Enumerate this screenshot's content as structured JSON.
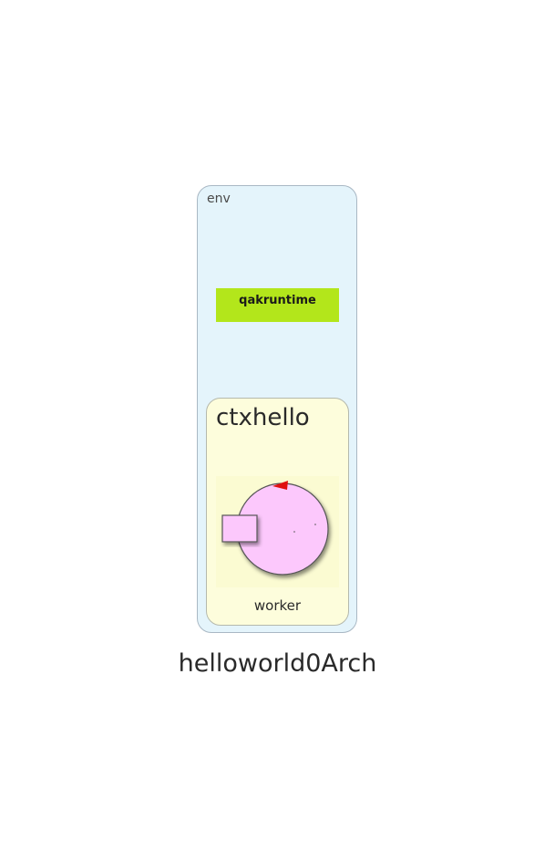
{
  "diagram": {
    "title": "helloworld0Arch",
    "env": {
      "label": "env",
      "color": "#e4f4fb"
    },
    "runtime": {
      "label": "qakruntime",
      "color": "#b3e61b"
    },
    "context": {
      "label": "ctxhello",
      "color": "#fdfddc",
      "actor": {
        "label": "worker",
        "icon": "actor-circle-icon",
        "fill_color": "#fcc8fc",
        "arrow_color": "#e01010"
      }
    }
  }
}
